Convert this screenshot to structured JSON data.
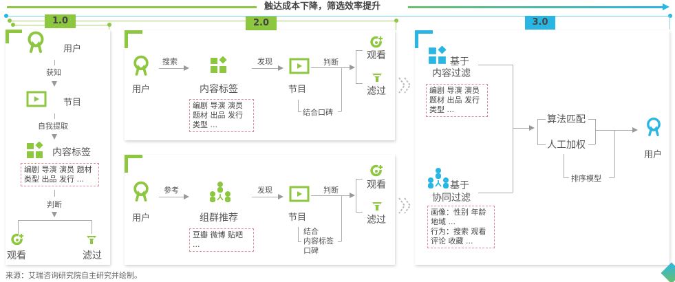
{
  "header": {
    "title": "触达成本下降，筛选效率提升",
    "colors": {
      "green": "#8dc63f",
      "blue": "#29b6e3",
      "gradient_start": "#8dc63f",
      "gradient_end": "#29b6e3"
    }
  },
  "versions": [
    {
      "label": "1.0",
      "color": "#8dc63f"
    },
    {
      "label": "2.0",
      "color": "#8dc63f"
    },
    {
      "label": "3.0",
      "color": "#29b6e3"
    }
  ],
  "v1": {
    "user": "用户",
    "step1": "获知",
    "program": "节目",
    "step2": "自我提取",
    "content_tags": "内容标签",
    "tags_line1": "编剧 导演 演员 题材",
    "tags_line2": "类型 出品 发行 ...",
    "judge": "判断",
    "watch": "观看",
    "filter": "滤过"
  },
  "v2a": {
    "user": "用户",
    "search": "搜索",
    "content_tags": "内容标签",
    "tags_line1": "编剧 导演 演员",
    "tags_line2": "题材 出品 发行",
    "tags_line3": "类型 ...",
    "discover": "发现",
    "program": "节目",
    "judge": "判断",
    "combine": "结合口碑",
    "watch": "观看",
    "filter": "滤过"
  },
  "v2b": {
    "user": "用户",
    "reference": "参考",
    "group_rec": "组群推荐",
    "tags_line1": "豆瓣 微博 贴吧",
    "tags_line2": "...",
    "discover": "发现",
    "program": "节目",
    "judge": "判断",
    "combine_line1": "结合",
    "combine_line2": "内容标签",
    "combine_line3": "口碑",
    "watch": "观看",
    "filter": "滤过"
  },
  "v3": {
    "content_filter_line1": "基于",
    "content_filter_line2": "内容过滤",
    "cf_tags_line1": "编剧 导演 演员",
    "cf_tags_line2": "题材 出品 发行",
    "cf_tags_line3": "类型 ...",
    "collab_filter_line1": "基于",
    "collab_filter_line2": "协同过滤",
    "collab_tags_line1": "画像：性别 年龄",
    "collab_tags_line2": "地域 ...",
    "collab_tags_line3": "行为：搜索 观看",
    "collab_tags_line4": "评论 收藏 ...",
    "algo_match": "算法匹配",
    "manual_weight": "人工加权",
    "ranking_model": "排序模型",
    "user": "用户"
  },
  "footer": {
    "source": "来源：艾瑞咨询研究院自主研究并绘制。"
  }
}
